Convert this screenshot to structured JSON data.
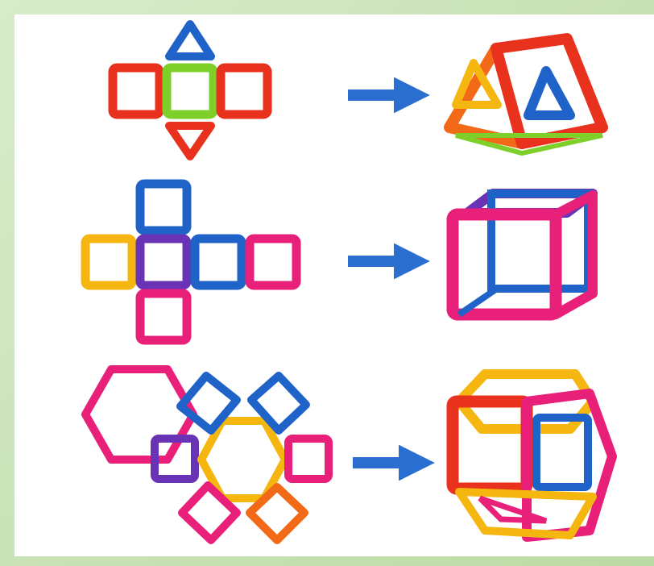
{
  "image": {
    "subject": "magnetic-tile-nets-and-shapes",
    "rows": [
      {
        "net": "triangle-prism-net",
        "result": "triangular-prism"
      },
      {
        "net": "cube-net",
        "result": "cube"
      },
      {
        "net": "hexagonal-prism-net",
        "result": "hexagonal-prism"
      }
    ],
    "colors": {
      "red": "#e8321d",
      "orange": "#f26a18",
      "yellow": "#f5b60f",
      "green": "#7fcf2a",
      "blue": "#1f63c9",
      "purple": "#6a33b5",
      "pink": "#e8207a",
      "arrow": "#2a6fd0",
      "frame": "#ffffff",
      "background": "#cfe6be"
    }
  }
}
